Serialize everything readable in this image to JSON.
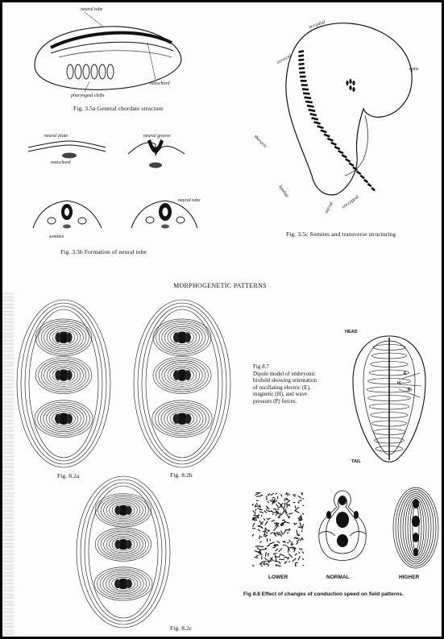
{
  "page_heading": "MORPHOGENETIC PATTERNS",
  "figures": {
    "fig_3_5a": {
      "caption": "Fig. 3.5a   General chordate structure",
      "labels": {
        "neural_tube": "neural tube",
        "notochord": "notochord",
        "pharyngeal_clefts": "pharyngeal clefts"
      }
    },
    "fig_3_5b": {
      "caption": "Fig. 3.5b   Formation of neural tube",
      "labels": {
        "neural_plate": "neural plate",
        "neural_groove": "neural groove",
        "notochord": "notochord",
        "neural_tube": "neural tube",
        "somites": "somites"
      }
    },
    "fig_3_5c": {
      "caption": "Fig. 3.5c   Somites and transverse structuring",
      "labels": {
        "occipital": "occipital",
        "cervical": "cervical",
        "optic": "optic",
        "thoracic": "thoracic",
        "lumbar": "lumbar",
        "sacral": "sacral",
        "coccygeal": "coccygeal"
      }
    },
    "fig_8_2a": {
      "caption": "Fig. 8.2a"
    },
    "fig_8_2b": {
      "caption": "Fig. 8.2b"
    },
    "fig_8_2c": {
      "caption": "Fig. 8.2c"
    },
    "fig_8_7": {
      "caption": "Fig 8.7\nDipole model of embryonic bioﬁeld showing orientation of oscillating electric (E), magnetic (H), and wave pressure (P) forces.",
      "labels": {
        "head": "HEAD",
        "tail": "TAIL",
        "e": "E",
        "h": "H",
        "p": "P"
      }
    },
    "fig_8_8": {
      "caption": "Fig 8.8  Effect of changes of conduction speed on field patterns.",
      "panels": [
        "LOWER",
        "NORMAL",
        "HIGHER"
      ]
    }
  }
}
